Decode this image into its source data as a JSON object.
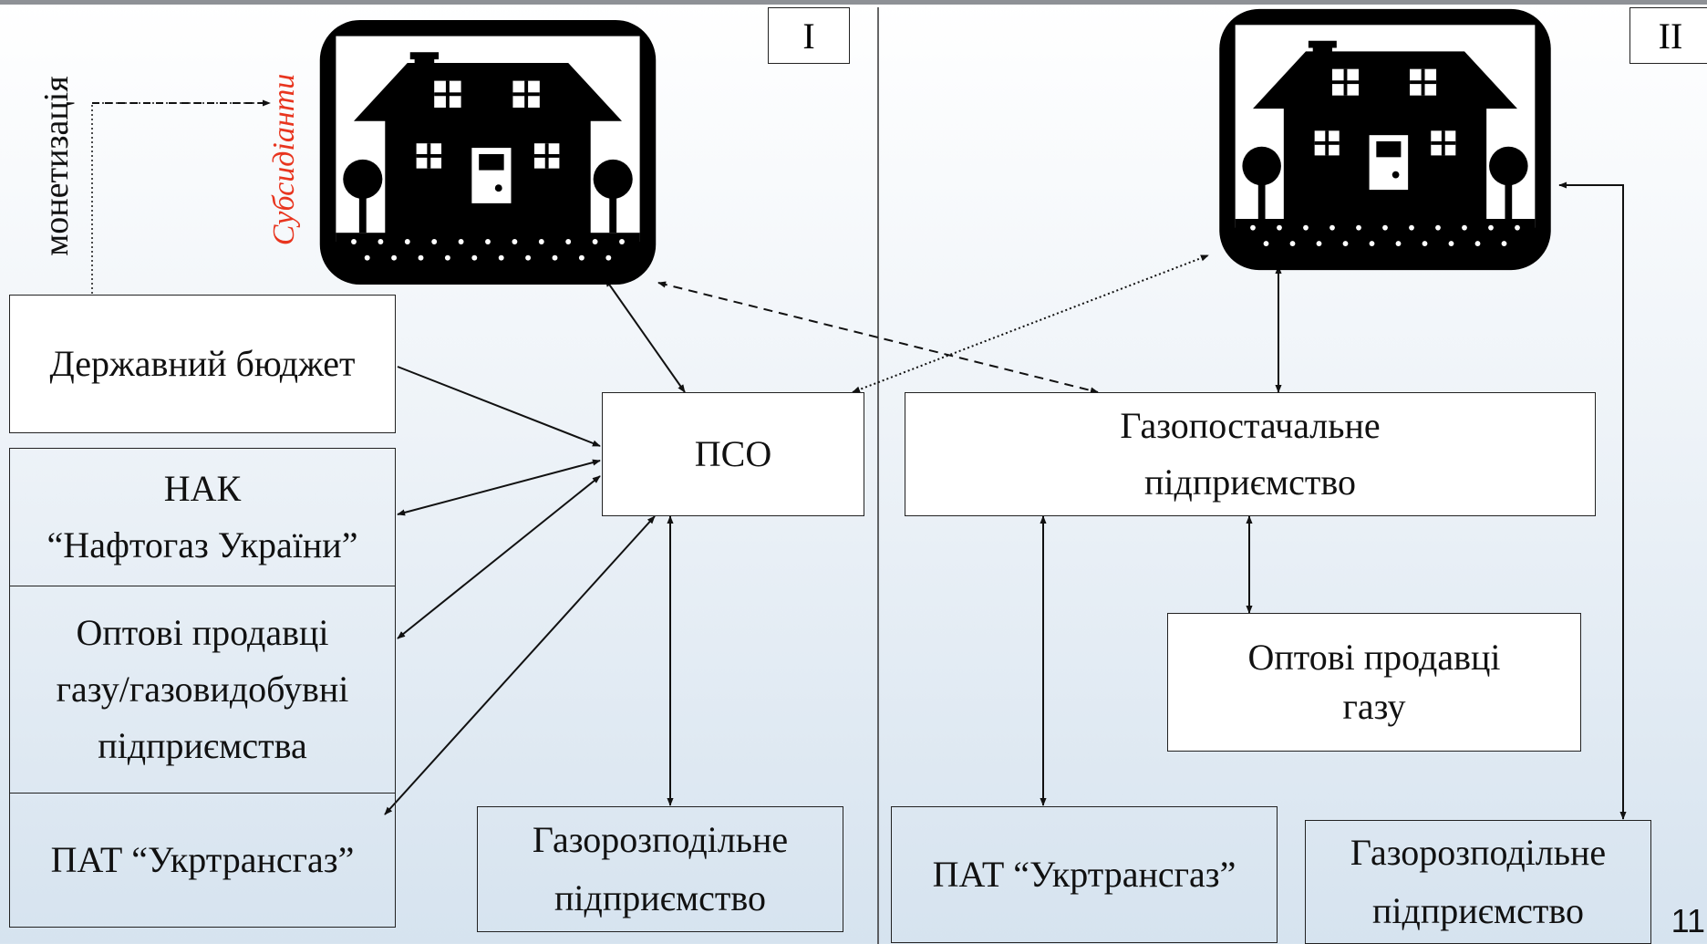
{
  "left_panel": {
    "section_label": "I",
    "vertical_label": "монетизація",
    "subsidy_label": "Субсидіанти",
    "state_budget": "Державний бюджет",
    "naftogaz_line1": "НАК",
    "naftogaz_line2": "“Нафтогаз України”",
    "wholesale_line1": "Оптові продавці",
    "wholesale_line2": "газу/газовидобувні",
    "wholesale_line3": "підприємства",
    "ukrtransgaz": "ПАТ “Укртрансгаз”",
    "pso": "ПСО",
    "distribution_line1": "Газорозподільне",
    "distribution_line2": "підприємство"
  },
  "right_panel": {
    "section_label": "II",
    "supply_line1": "Газопостачальне",
    "supply_line2": "підприємство",
    "wholesale_line1": "Оптові продавці",
    "wholesale_line2": "газу",
    "ukrtransgaz": "ПАТ “Укртрансгаз”",
    "distribution_line1": "Газорозподільне",
    "distribution_line2": "підприємство"
  },
  "page_number": "11",
  "colors": {
    "subsidy_label": "#e8351f",
    "house": "#000000",
    "background_bottom": "#d6e3ef"
  },
  "icons": [
    "house-icon"
  ]
}
